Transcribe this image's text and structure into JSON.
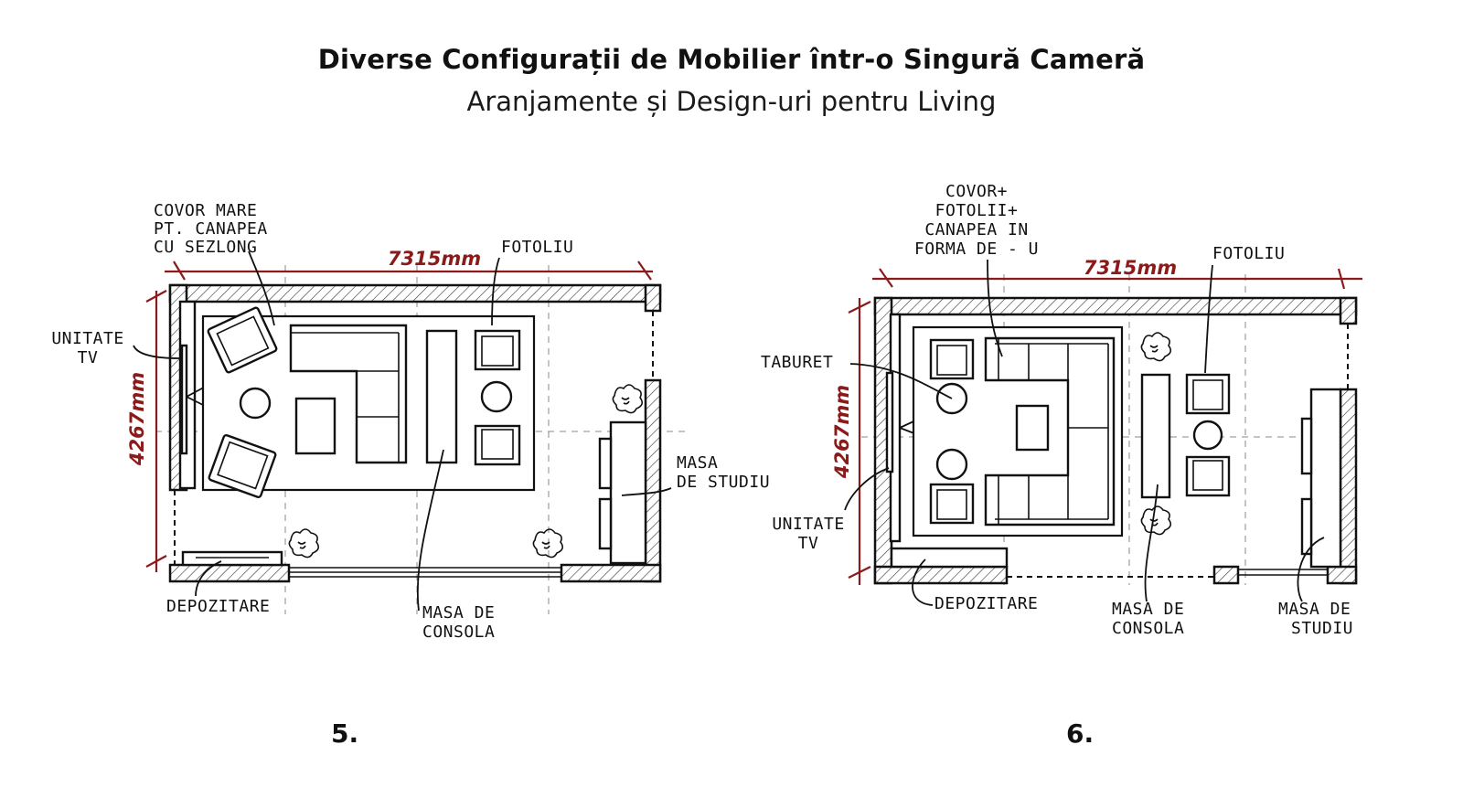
{
  "header": {
    "title": "Diverse Configurații de Mobilier într-o Singură Cameră",
    "subtitle": "Aranjamente și Design-uri pentru Living"
  },
  "plan5": {
    "number": "5.",
    "width_label": "7315mm",
    "height_label": "4267mm",
    "labels": {
      "rug_line1": "COVOR MARE",
      "rug_line2": "PT. CANAPEA",
      "rug_line3": "CU SEZLONG",
      "armchair": "FOTOLIU",
      "tv_line1": "UNITATE",
      "tv_line2": "TV",
      "desk_line1": "MASA",
      "desk_line2": "DE STUDIU",
      "storage": "DEPOZITARE",
      "console_line1": "MASA DE",
      "console_line2": "CONSOLA"
    }
  },
  "plan6": {
    "number": "6.",
    "width_label": "7315mm",
    "height_label": "4267mm",
    "labels": {
      "rug_line1": "COVOR+",
      "rug_line2": "FOTOLII+",
      "rug_line3": "CANAPEA IN",
      "rug_line4": "FORMA DE - U",
      "armchair": "FOTOLIU",
      "ottoman": "TABURET",
      "tv_line1": "UNITATE",
      "tv_line2": "TV",
      "storage": "DEPOZITARE",
      "console_line1": "MASA DE",
      "console_line2": "CONSOLA",
      "desk_line1": "MASA DE",
      "desk_line2": "STUDIU"
    }
  },
  "colors": {
    "ink": "#111111",
    "dimension": "#8b1a1a",
    "grid": "#888888"
  }
}
